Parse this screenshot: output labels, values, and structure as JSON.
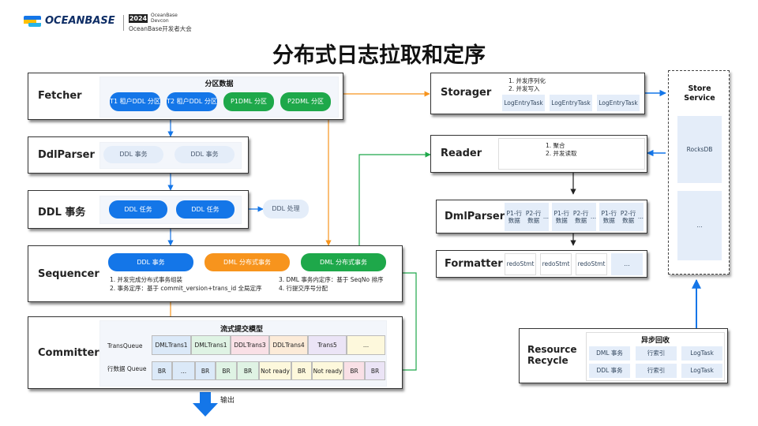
{
  "brand": {
    "logo": "OCEANBASE",
    "year": "2024",
    "event_line1": "OceanBase",
    "event_line2": "Devcon",
    "event_name": "OceanBase开发者大会"
  },
  "title": "分布式日志拉取和定序",
  "fetcher": {
    "label": "Fetcher",
    "heading": "分区数据",
    "items": [
      {
        "line1": "T1 租户",
        "line2": "DDL 分区"
      },
      {
        "line1": "T2 租户",
        "line2": "DDL 分区"
      },
      {
        "line1": "P1",
        "line2": "DML 分区"
      },
      {
        "line1": "P2",
        "line2": "DML 分区"
      }
    ]
  },
  "ddlparser": {
    "label": "DdlParser",
    "items": [
      "DDL 事务",
      "DDL 事务"
    ]
  },
  "ddltxn": {
    "label": "DDL 事务",
    "items": [
      "DDL 任务",
      "DDL 任务"
    ],
    "side": "DDL 处理"
  },
  "sequencer": {
    "label": "Sequencer",
    "items": [
      "DDL 事务",
      "DML 分布式事务",
      "DML 分布式事务"
    ],
    "notes_left": [
      "1. 并发完成分布式事务组装",
      "2. 事务定序：基于 commit_version+trans_id 全局定序"
    ],
    "notes_right": [
      "3. DML 事务内定序：基于 SeqNo 排序",
      "4. 行提交序号分配"
    ]
  },
  "committer": {
    "label": "Committer",
    "heading": "流式提交模型",
    "queue1_label": "TransQueue",
    "queue2_label": "行数据 Queue",
    "trans": [
      {
        "line1": "DML",
        "line2": "Trans1",
        "color": "#dbe9f8"
      },
      {
        "line1": "DML",
        "line2": "Trans1",
        "color": "#dff3e4"
      },
      {
        "line1": "DDL",
        "line2": "Trans3",
        "color": "#f9e0e6"
      },
      {
        "line1": "DDL",
        "line2": "Trans4",
        "color": "#fcebd8"
      },
      {
        "line1": "Trans5",
        "line2": "",
        "color": "#ebe4f6"
      },
      {
        "line1": "...",
        "line2": "",
        "color": "#fdf8dc"
      }
    ],
    "rows": [
      {
        "text": "BR",
        "color": "#dbe9f8"
      },
      {
        "text": "...",
        "color": "#dbe9f8"
      },
      {
        "text": "BR",
        "color": "#dbe9f8"
      },
      {
        "text": "BR",
        "color": "#dff3e4"
      },
      {
        "text": "BR",
        "color": "#dff3e4"
      },
      {
        "text": "Not ready",
        "color": "#fdf8dc"
      },
      {
        "text": "BR",
        "color": "#fdf8dc"
      },
      {
        "text": "Not ready",
        "color": "#fdf8dc"
      },
      {
        "text": "BR",
        "color": "#f9e0e6"
      },
      {
        "text": "BR",
        "color": "#ebe4f6"
      }
    ]
  },
  "output": "输出",
  "storager": {
    "label": "Storager",
    "notes": [
      "1. 并发序列化",
      "2. 并发写入"
    ],
    "tasks": [
      {
        "line1": "LogEntry",
        "line2": "Task"
      },
      {
        "line1": "LogEntry",
        "line2": "Task"
      },
      {
        "line1": "LogEntry",
        "line2": "Task"
      }
    ]
  },
  "reader": {
    "label": "Reader",
    "notes": [
      "1. 聚合",
      "2. 并发读取"
    ]
  },
  "dmlparser": {
    "label": "DmlParser",
    "items": [
      {
        "line1": "P1-行数据",
        "line2": "P2-行数据",
        "line3": "..."
      },
      {
        "line1": "P1-行数据",
        "line2": "P2-行数据",
        "line3": "..."
      },
      {
        "line1": "P1-行数据",
        "line2": "P2-行数据",
        "line3": "..."
      }
    ]
  },
  "formatter": {
    "label": "Formatter",
    "items": [
      {
        "line1": "redo",
        "line2": "Stmt"
      },
      {
        "line1": "redo",
        "line2": "Stmt"
      },
      {
        "line1": "redo",
        "line2": "Stmt"
      },
      {
        "line1": "...",
        "line2": ""
      }
    ]
  },
  "store": {
    "label_line1": "Store",
    "label_line2": "Service",
    "items": [
      "RocksDB",
      "..."
    ]
  },
  "recycle": {
    "label_line1": "Resource",
    "label_line2": "Recycle",
    "heading": "异步回收",
    "items": [
      "DML 事务",
      "行索引",
      "LogTask",
      "DDL 事务",
      "行索引",
      "LogTask"
    ]
  },
  "colors": {
    "blue": "#1476e8",
    "green": "#1ea84a",
    "orange": "#f7941d"
  }
}
